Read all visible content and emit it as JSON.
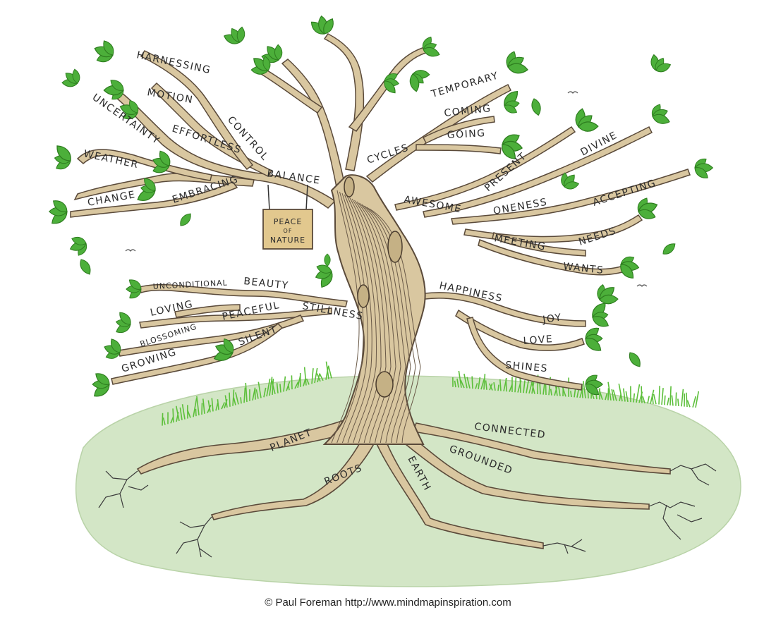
{
  "sign": {
    "line1": "PEACE",
    "line2": "OF",
    "line3": "NATURE"
  },
  "branches_left": {
    "harnessing": "HARNESSING",
    "motion": "MOTION",
    "uncertainty": "UNCERTAINTY",
    "control": "CONTROL",
    "effortless": "EFFORTLESS",
    "weather": "WEATHER",
    "balance": "BALANCE",
    "change": "CHANGE",
    "embracing": "EMBRACING"
  },
  "branches_right": {
    "temporary": "TEMPORARY",
    "coming": "COMING",
    "going": "GOING",
    "cycles": "CYCLES",
    "divine": "DIVINE",
    "present": "PRESENT",
    "accepting": "ACCEPTING",
    "awesome": "AWESOME",
    "oneness": "ONENESS",
    "needs": "NEEDS",
    "meeting": "MEETING",
    "wants": "WANTS"
  },
  "branches_lower_left": {
    "unconditional": "UNCONDITIONAL",
    "beauty": "BEAUTY",
    "loving": "LOVING",
    "peaceful": "PEACEFUL",
    "stillness": "STILLNESS",
    "blossoming": "BLOSSOMING",
    "silent": "SILENT",
    "growing": "GROWING"
  },
  "branches_lower_right": {
    "happiness": "HAPPINESS",
    "joy": "JOY",
    "love": "LOVE",
    "shines": "SHINES"
  },
  "roots": {
    "planet": "PLANET",
    "connected": "CONNECTED",
    "roots": "ROOTS",
    "earth": "EARTH",
    "grounded": "GROUNDED"
  },
  "credit": "© Paul Foreman http://www.mindmapinspiration.com",
  "colors": {
    "trunk": "#d9c7a0",
    "trunk_line": "#5a4a3a",
    "leaf": "#4caf3a",
    "leaf_dark": "#2e7d1f",
    "ground": "#d3e6c6",
    "grass": "#5cbf3a",
    "sign": "#e2c88e"
  }
}
